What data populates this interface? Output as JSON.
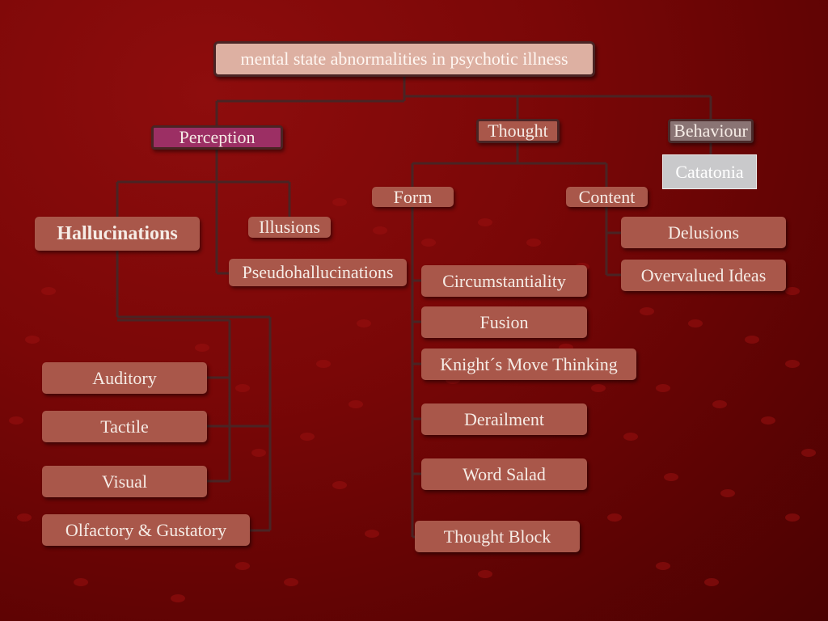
{
  "diagram": {
    "title": "mental state abnormalities in psychotic illness",
    "categories": {
      "perception": "Perception",
      "thought": "Thought",
      "behaviour": "Behaviour"
    },
    "behaviour_items": {
      "catatonia": "Catatonia"
    },
    "perception_items": {
      "hallucinations": "Hallucinations",
      "illusions": "Illusions",
      "pseudohallucinations": "Pseudohallucinations"
    },
    "hallucination_types": {
      "auditory": "Auditory",
      "tactile": "Tactile",
      "visual": "Visual",
      "olfactory": "Olfactory & Gustatory"
    },
    "thought_items": {
      "form": "Form",
      "content": "Content"
    },
    "form_items": {
      "circumstantiality": "Circumstantiality",
      "fusion": "Fusion",
      "knights_move": "Knight´s Move Thinking",
      "derailment": "Derailment",
      "word_salad": "Word Salad",
      "thought_block": "Thought Block"
    },
    "content_items": {
      "delusions": "Delusions",
      "overvalued": "Overvalued Ideas"
    },
    "colors": {
      "background": "#7a0707",
      "node": "#a9574a",
      "title_node": "#ddb0a2",
      "perception_node": "#9c2f64",
      "behaviour_node": "#8a7474",
      "catatonia_node": "#c9c9cb",
      "connector": "#4a2424"
    }
  }
}
